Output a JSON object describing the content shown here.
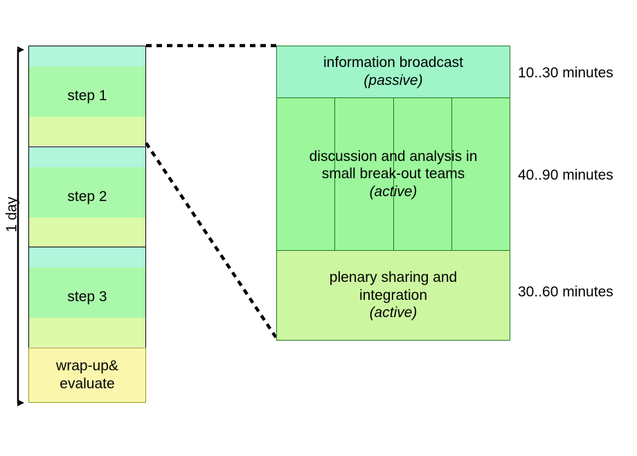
{
  "axis": {
    "label": "1 day",
    "arrow_style": "double-headed-vertical"
  },
  "day_column": {
    "steps": [
      {
        "label": "step 1"
      },
      {
        "label": "step 2"
      },
      {
        "label": "step 3"
      }
    ],
    "wrap_up": {
      "line1": "wrap-up&",
      "line2": "evaluate"
    }
  },
  "detail_panel": {
    "rows": [
      {
        "title": "information broadcast",
        "mode": "(passive)",
        "duration": "10..30 minutes",
        "subcolumns": 1
      },
      {
        "title": "discussion and analysis in",
        "title_line2": "small break-out teams",
        "mode": "(active)",
        "duration": "40..90 minutes",
        "subcolumns": 4
      },
      {
        "title": "plenary sharing and",
        "title_line2": "integration",
        "mode": "(active)",
        "duration": "30..60 minutes",
        "subcolumns": 1
      }
    ]
  },
  "colors": {
    "band_aqua": "#b0f5dc",
    "band_green": "#aaf9aa",
    "band_limegreen": "#dcfaa8",
    "wrap_yellow": "#faf7ad",
    "wrap_border": "#9a9a20",
    "panel_mint": "#9ff5c8",
    "panel_green": "#9cf69c",
    "panel_lime": "#ccf7a0",
    "panel_border": "#1d7a1d",
    "outline": "#000000",
    "connector": "#000000"
  }
}
